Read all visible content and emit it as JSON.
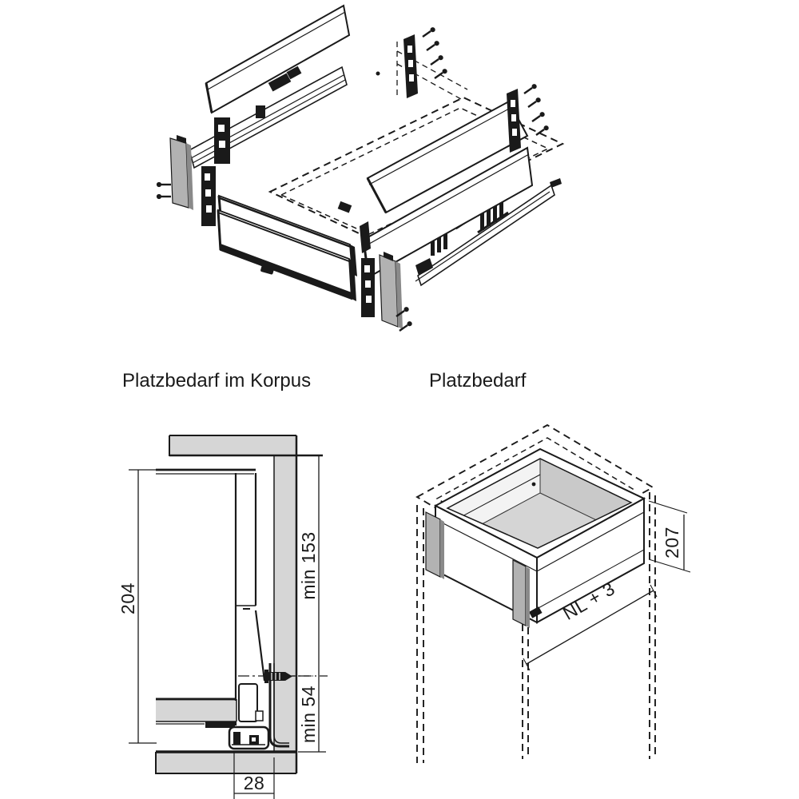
{
  "headings": {
    "left": "Platzbedarf im Korpus",
    "right": "Platzbedarf"
  },
  "korpus_section": {
    "dim_side_height": "204",
    "dim_min_top": "min 153",
    "dim_min_bottom": "min 54",
    "dim_bottom_width": "28"
  },
  "platzbedarf": {
    "dim_height": "207",
    "dim_depth": "NL + 3"
  },
  "colors": {
    "line": "#1a1a1a",
    "cabinet_gray": "#d6d6d6",
    "connector_gray": "#b2b2b2",
    "interior_gray": "#c9c9c9",
    "floor_gray": "#d5d5d5"
  }
}
